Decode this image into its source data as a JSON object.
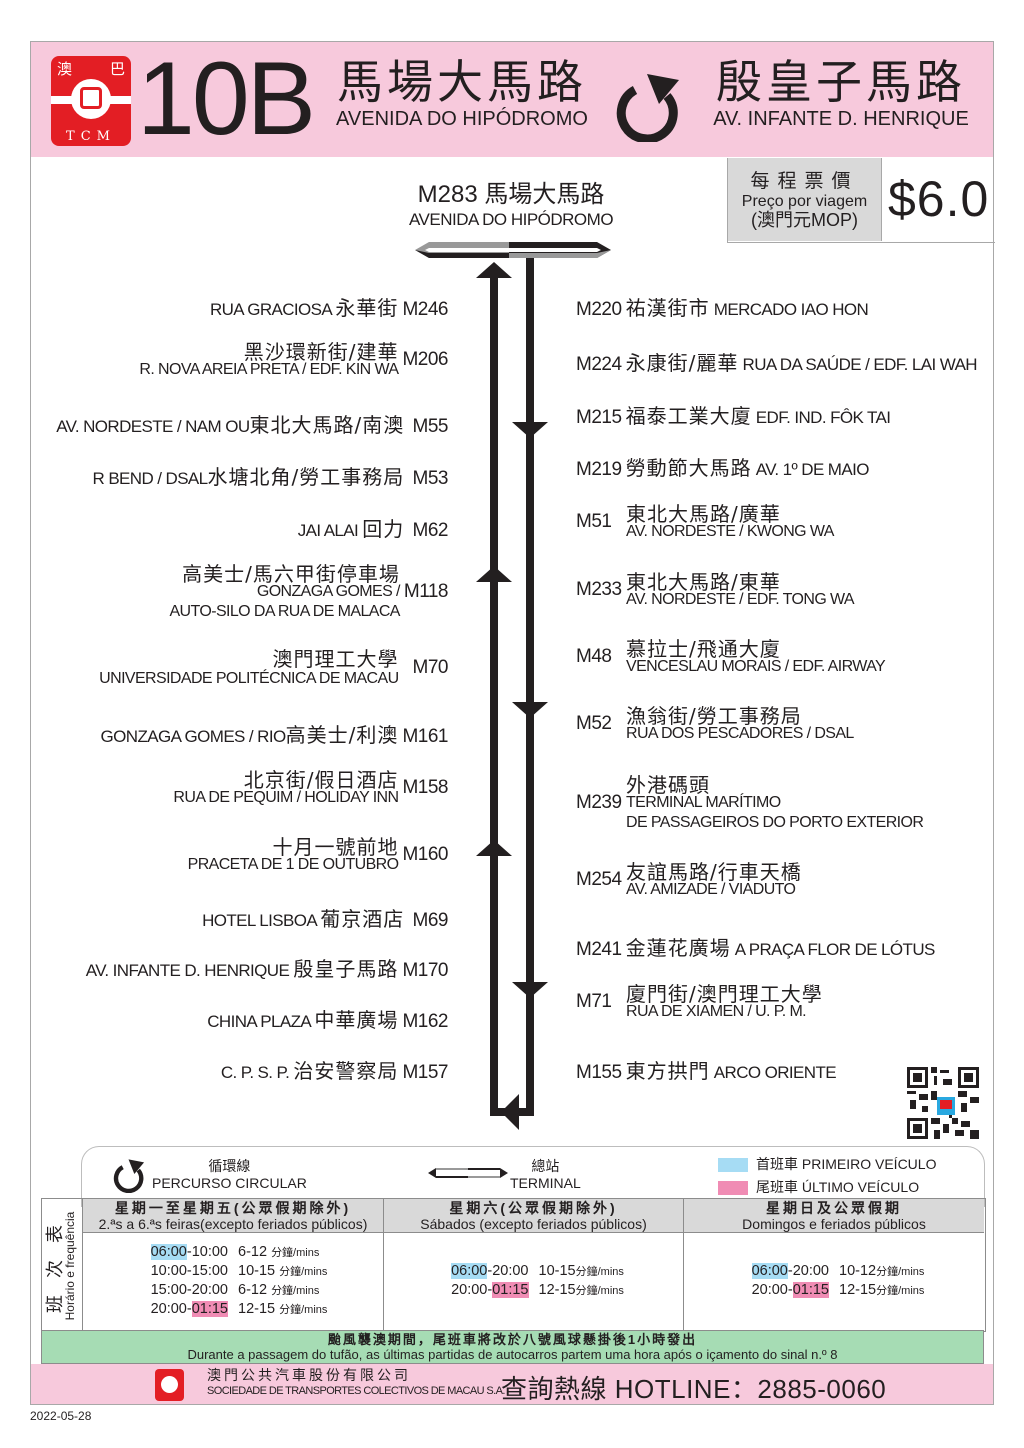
{
  "header": {
    "logo": {
      "zh_left": "澳",
      "zh_right": "巴",
      "abbr": "TCM",
      "color": "#e31e24"
    },
    "route_number": "10B",
    "origin": {
      "zh": "馬場大馬路",
      "pt": "AVENIDA DO HIPÓDROMO"
    },
    "loop_icon": "circular-arrow-icon",
    "destination": {
      "zh": "殷皇子馬路",
      "pt": "AV. INFANTE D. HENRIQUE"
    },
    "bg_color": "#f7c9dc"
  },
  "fare": {
    "label_zh": "每程票價",
    "label_pt": "Preço por viagem",
    "currency": "(澳門元MOP)",
    "value": "$6.0"
  },
  "terminal": {
    "code_zh": "M283 馬場大馬路",
    "pt": "AVENIDA DO HIPÓDROMO"
  },
  "left_stops": [
    {
      "code": "M246",
      "pt": "RUA GRACIOSA",
      "zh": "永華街"
    },
    {
      "code": "M206",
      "zh": "黑沙環新街/建華",
      "pt": "R. NOVA AREIA PRETA / EDF. KIN WA"
    },
    {
      "code": "M55",
      "pt": "AV. NORDESTE / NAM OU",
      "zh": "東北大馬路/南澳"
    },
    {
      "code": "M53",
      "pt": "R BEND / DSAL",
      "zh": "水塘北角/勞工事務局"
    },
    {
      "code": "M62",
      "pt": "JAI ALAI",
      "zh": "回力"
    },
    {
      "code": "M118",
      "zh": "高美士/馬六甲街停車場",
      "pt": "GONZAGA GOMES /",
      "pt2": "AUTO-SILO DA RUA DE MALACA"
    },
    {
      "code": "M70",
      "zh": "澳門理工大學",
      "pt": "UNIVERSIDADE POLITÉCNICA DE MACAU"
    },
    {
      "code": "M161",
      "pt": "GONZAGA GOMES / RIO",
      "zh": "高美士/利澳"
    },
    {
      "code": "M158",
      "zh": "北京街/假日酒店",
      "pt": "RUA DE PEQUIM / HOLIDAY INN"
    },
    {
      "code": "M160",
      "zh": "十月一號前地",
      "pt": "PRACETA DE 1 DE OUTUBRO"
    },
    {
      "code": "M69",
      "pt": "HOTEL LISBOA",
      "zh": "葡京酒店"
    },
    {
      "code": "M170",
      "pt": "AV. INFANTE D. HENRIQUE",
      "zh": "殷皇子馬路"
    },
    {
      "code": "M162",
      "pt": "CHINA PLAZA",
      "zh": "中華廣場"
    },
    {
      "code": "M157",
      "pt": "C. P. S. P.",
      "zh": "治安警察局"
    }
  ],
  "right_stops": [
    {
      "code": "M220",
      "zh": "祐漢街市",
      "pt": "MERCADO IAO HON"
    },
    {
      "code": "M224",
      "zh": "永康街/麗華",
      "pt": "RUA DA SAÚDE / EDF. LAI WAH"
    },
    {
      "code": "M215",
      "zh": "福泰工業大廈",
      "pt": "EDF. IND. FÔK TAI"
    },
    {
      "code": "M219",
      "zh": "勞動節大馬路",
      "pt": "AV. 1º DE MAIO"
    },
    {
      "code": "M51",
      "zh": "東北大馬路/廣華",
      "pt": "AV. NORDESTE / KWONG WA"
    },
    {
      "code": "M233",
      "zh": "東北大馬路/東華",
      "pt": "AV. NORDESTE / EDF. TONG WA"
    },
    {
      "code": "M48",
      "zh": "慕拉士/飛通大廈",
      "pt": "VENCESLAU MORAIS / EDF. AIRWAY"
    },
    {
      "code": "M52",
      "zh": "漁翁街/勞工事務局",
      "pt": "RUA DOS PESCADORES / DSAL"
    },
    {
      "code": "M239",
      "zh": "外港碼頭",
      "pt": "TERMINAL MARÍTIMO",
      "pt2": "DE PASSAGEIROS DO PORTO EXTERIOR"
    },
    {
      "code": "M254",
      "zh": "友誼馬路/行車天橋",
      "pt": "AV. AMIZADE / VIADUTO"
    },
    {
      "code": "M241",
      "zh": "金蓮花廣場",
      "pt": "A PRAÇA FLOR DE LÓTUS"
    },
    {
      "code": "M71",
      "zh": "廈門街/澳門理工大學",
      "pt": "RUA DE XIAMEN / U. P. M."
    },
    {
      "code": "M155",
      "zh": "東方拱門",
      "pt": "ARCO ORIENTE"
    }
  ],
  "legend": {
    "circular": {
      "zh": "循環線",
      "pt": "PERCURSO CIRCULAR"
    },
    "terminal": {
      "zh": "總站",
      "pt": "TERMINAL"
    },
    "first": {
      "label": "首班車 PRIMEIRO VEÍCULO",
      "color": "#a6dcf4"
    },
    "last": {
      "label": "尾班車 ÚLTIMO VEÍCULO",
      "color": "#f08cb4"
    }
  },
  "schedule": {
    "side_zh": "班 次 表",
    "side_pt": "Horário e frequência",
    "columns": [
      {
        "zh": "星期一至星期五(公眾假期除外)",
        "pt": "2.ªs a 6.ªs feiras(excepto feriados públicos)",
        "rows": [
          {
            "first": "06:00",
            "end": "-10:00",
            "freq": "6-12",
            "unit": "分鐘/mins"
          },
          {
            "time": "10:00-15:00",
            "freq": "10-15",
            "unit": "分鐘/mins"
          },
          {
            "time": "15:00-20:00",
            "freq": "6-12",
            "unit": "分鐘/mins"
          },
          {
            "start": "20:00-",
            "last": "01:15",
            "freq": "12-15",
            "unit": "分鐘/mins"
          }
        ]
      },
      {
        "zh": "星期六(公眾假期除外)",
        "pt": "Sábados (excepto feriados públicos)",
        "rows": [
          {
            "first": "06:00",
            "end": "-20:00",
            "freq": "10-15",
            "unit": "分鐘/mins"
          },
          {
            "start": "20:00-",
            "last": "01:15",
            "freq": "12-15",
            "unit": "分鐘/mins"
          }
        ]
      },
      {
        "zh": "星期日及公眾假期",
        "pt": "Domingos e feriados públicos",
        "rows": [
          {
            "first": "06:00",
            "end": "-20:00",
            "freq": "10-12",
            "unit": "分鐘/mins"
          },
          {
            "start": "20:00-",
            "last": "01:15",
            "freq": "12-15",
            "unit": "分鐘/mins"
          }
        ]
      }
    ]
  },
  "typhoon": {
    "zh": "颱風襲澳期間，尾班車將改於八號風球懸掛後1小時發出",
    "pt": "Durante a passagem do tufão, as últimas partidas de autocarros partem uma hora após o içamento do sinal n.º 8"
  },
  "footer": {
    "company_zh": "澳門公共汽車股份有限公司",
    "company_pt": "SOCIEDADE DE TRANSPORTES COLECTIVOS DE MACAU S.A.",
    "hotline": "查詢熱線 HOTLINE：2885-0060"
  },
  "date": "2022-05-28"
}
